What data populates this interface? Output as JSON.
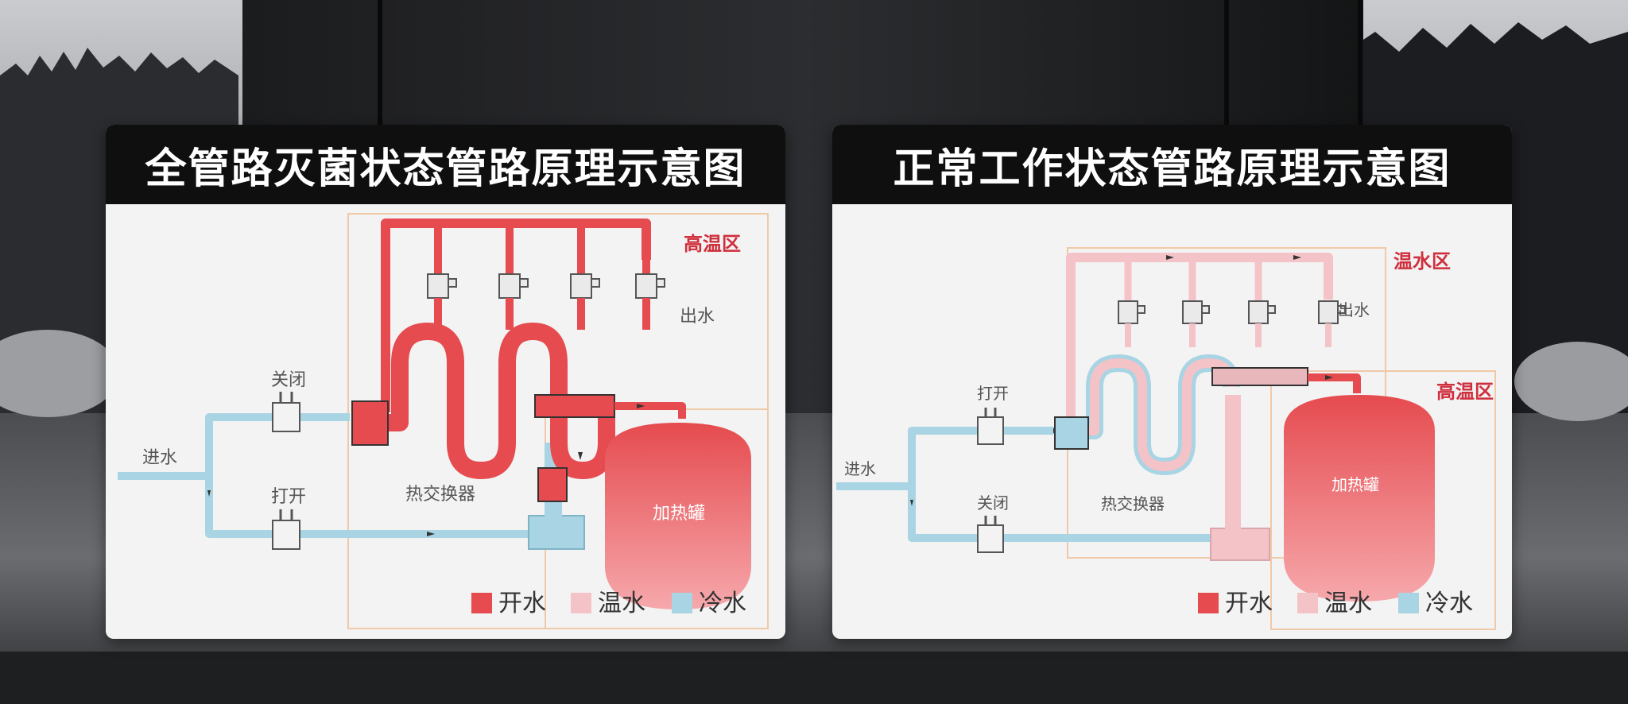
{
  "colors": {
    "hot": "#e54b4f",
    "warm": "#f4c3c7",
    "cold": "#a8d4e4",
    "zone_border": "#f0c9a8",
    "zone_label": "#cf2f3c",
    "header_bg": "#0f0f10"
  },
  "left": {
    "title": "全管路灭菌状态管路原理示意图",
    "labels": {
      "high_zone": "高温区",
      "outlet": "出水",
      "inlet": "进水",
      "valve_top": "关闭",
      "valve_bottom": "打开",
      "heat_exchanger": "热交换器",
      "tank": "加热罐"
    }
  },
  "right": {
    "title": "正常工作状态管路原理示意图",
    "labels": {
      "warm_zone": "温水区",
      "outlet": "出水",
      "high_zone": "高温区",
      "inlet": "进水",
      "valve_top": "打开",
      "valve_bottom": "关闭",
      "heat_exchanger": "热交换器",
      "tank": "加热罐"
    }
  },
  "legend": [
    {
      "label": "开水",
      "color": "#e54b4f"
    },
    {
      "label": "温水",
      "color": "#f4c3c7"
    },
    {
      "label": "冷水",
      "color": "#a8d4e4"
    }
  ]
}
